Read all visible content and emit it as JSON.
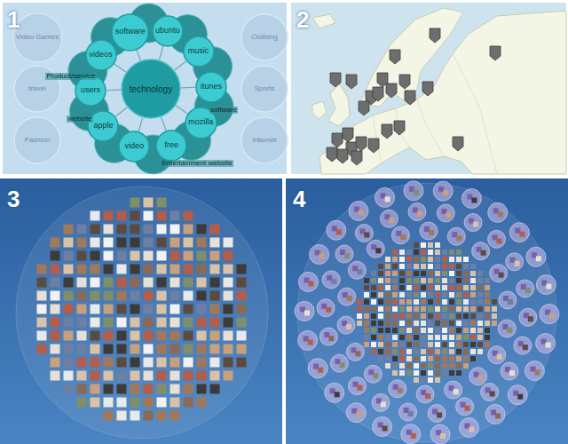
{
  "diagram": {
    "nodes": [
      {
        "text": [
          "Video Games"
        ]
      },
      {
        "text": [
          "Clothing"
        ]
      },
      {
        "text": [
          "travel"
        ]
      },
      {
        "text": [
          "Sports"
        ]
      },
      {
        "text": [
          "Fashion"
        ]
      },
      {
        "text": [
          "Internet"
        ]
      },
      {
        "text": [
          "technology"
        ]
      },
      {
        "text": [
          "software"
        ]
      },
      {
        "text": [
          "ubuntu"
        ]
      },
      {
        "text": [
          "music"
        ]
      },
      {
        "text": [
          "itunes"
        ]
      },
      {
        "text": [
          "mozilla"
        ]
      },
      {
        "text": [
          "free"
        ]
      },
      {
        "text": [
          "video"
        ]
      },
      {
        "text": [
          "apple"
        ]
      },
      {
        "text": [
          "users"
        ]
      },
      {
        "text": [
          "videos"
        ]
      }
    ],
    "edges": [
      {
        "from": 6,
        "to": 7,
        "arrow": "none"
      },
      {
        "from": 6,
        "to": 8,
        "arrow": "none"
      },
      {
        "from": 6,
        "to": 9,
        "arrow": "none"
      },
      {
        "from": 6,
        "to": 10,
        "arrow": "none"
      },
      {
        "from": 6,
        "to": 11,
        "arrow": "none"
      },
      {
        "from": 6,
        "to": 12,
        "arrow": "none"
      },
      {
        "from": 6,
        "to": 13,
        "arrow": "none"
      },
      {
        "from": 6,
        "to": 14,
        "arrow": "none"
      },
      {
        "from": 6,
        "to": 15,
        "arrow": "none"
      },
      {
        "from": 6,
        "to": 16,
        "arrow": "none"
      }
    ],
    "labels": [
      "1",
      "2",
      "3",
      "4",
      "software",
      "Product/service",
      "website",
      "Entertainment website"
    ]
  }
}
